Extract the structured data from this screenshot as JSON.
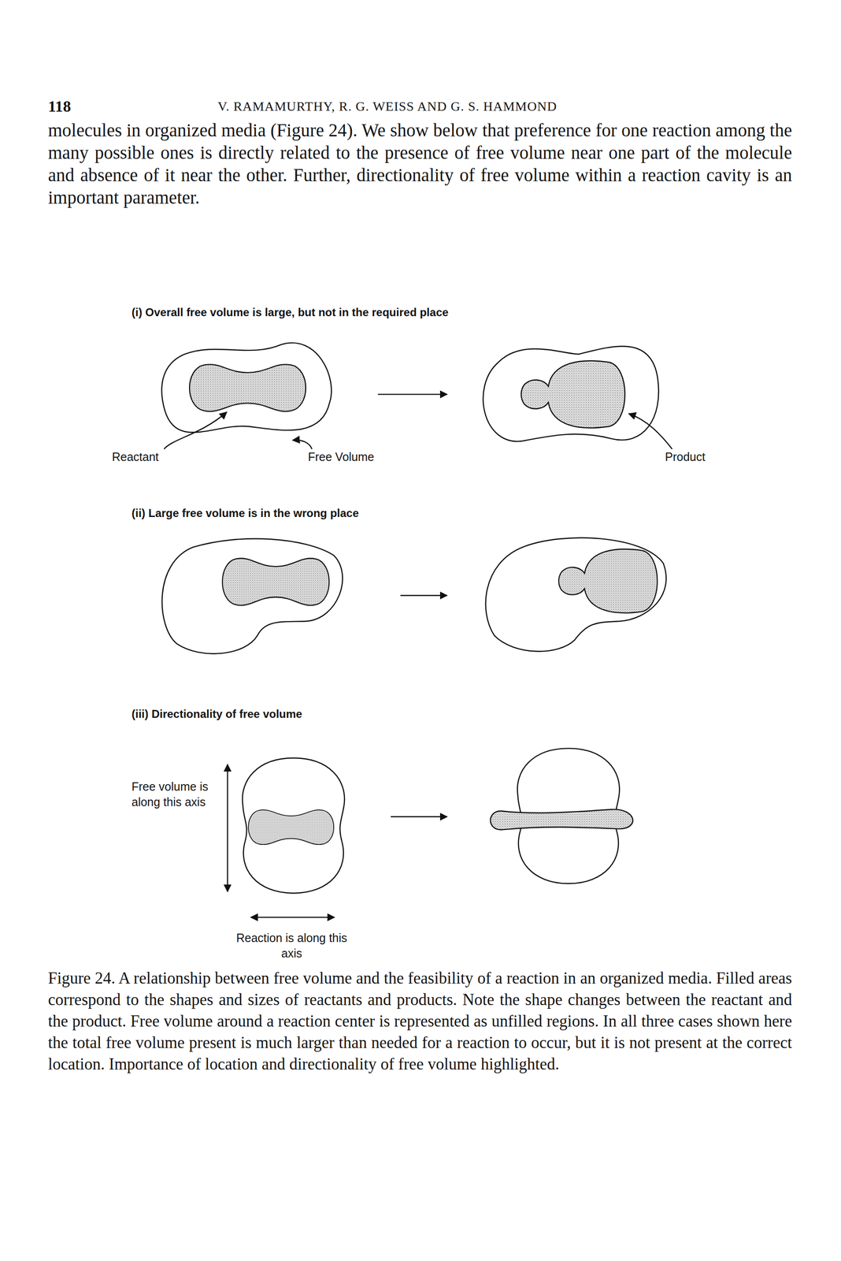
{
  "diagram": {
    "caption": "Figure 24. A relationship between free volume and the feasibility of a reaction in an organized media. Filled areas correspond to the shapes and sizes of reactants and products. Note the shape changes between the reactant and the product. Free volume around a reaction center is represented as unfilled regions. In all three cases shown here the total free volume present is much larger than needed for a reaction to occur, but it is not present at the correct location. Importance of location and directionality of free volume highlighted.",
    "labels": [
      "118",
      "V. RAMAMURTHY, R. G. WEISS AND G. S. HAMMOND",
      "molecules in organized media (Figure 24). We show below that preference for one reaction among the many possible ones is directly related to the presence of free volume near one part of the molecule and absence of it near the other. Further, directionality of free volume within a reaction cavity is an important parameter.",
      "(i) Overall free volume is large, but not in the required place",
      "Reactant",
      "Free Volume",
      "Product",
      "(ii) Large free volume is in the wrong place",
      "(iii) Directionality of free volume",
      "Free volume is along this axis",
      "Reaction is along this axis"
    ]
  }
}
